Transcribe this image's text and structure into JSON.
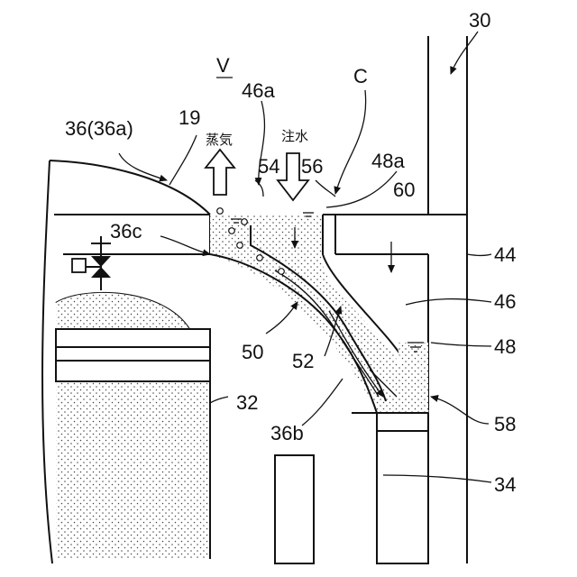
{
  "figure": {
    "labels": {
      "ref_30": "30",
      "ref_V": "V",
      "ref_46a": "46a",
      "ref_C": "C",
      "ref_36_36a": "36(36a)",
      "ref_19": "19",
      "text_steam": "蒸気",
      "text_water_injection": "注水",
      "ref_54": "54",
      "ref_56": "56",
      "ref_48a": "48a",
      "ref_60": "60",
      "ref_36c": "36c",
      "ref_44": "44",
      "ref_46": "46",
      "ref_50": "50",
      "ref_48": "48",
      "ref_52": "52",
      "ref_32": "32",
      "ref_58": "58",
      "ref_36b": "36b",
      "ref_34": "34"
    }
  }
}
